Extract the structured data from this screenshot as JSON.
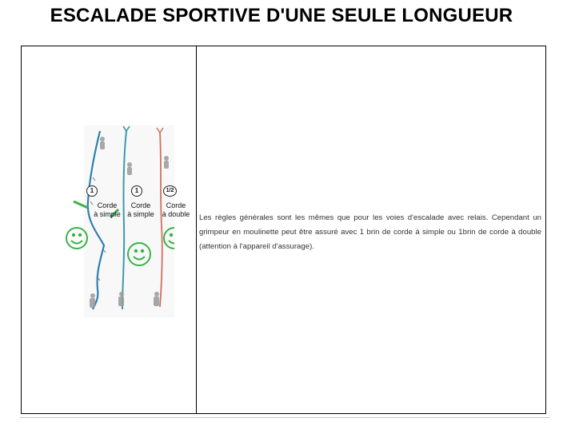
{
  "title": "ESCALADE SPORTIVE D'UNE SEULE LONGUEUR",
  "figure": {
    "columns": [
      {
        "badge": "1",
        "label_line1": "Corde",
        "label_line2": "à simple",
        "rope_color": "#2f7fb0"
      },
      {
        "badge": "1",
        "label_line1": "Corde",
        "label_line2": "à simple",
        "rope_color": "#3d9aae"
      },
      {
        "badge": "1/2",
        "label_line1": "Corde",
        "label_line2": "à double",
        "rope_color": "#d0705e"
      }
    ],
    "smiley_color": "#3ab34a"
  },
  "body_text": "Les règles générales sont les mêmes que pour les voies d'escalade avec relais. Cependant un grimpeur en moulinette peut être assuré avec 1 brin de corde à simple ou 1brin de corde à double (attention à l'appareil d'assurage)."
}
